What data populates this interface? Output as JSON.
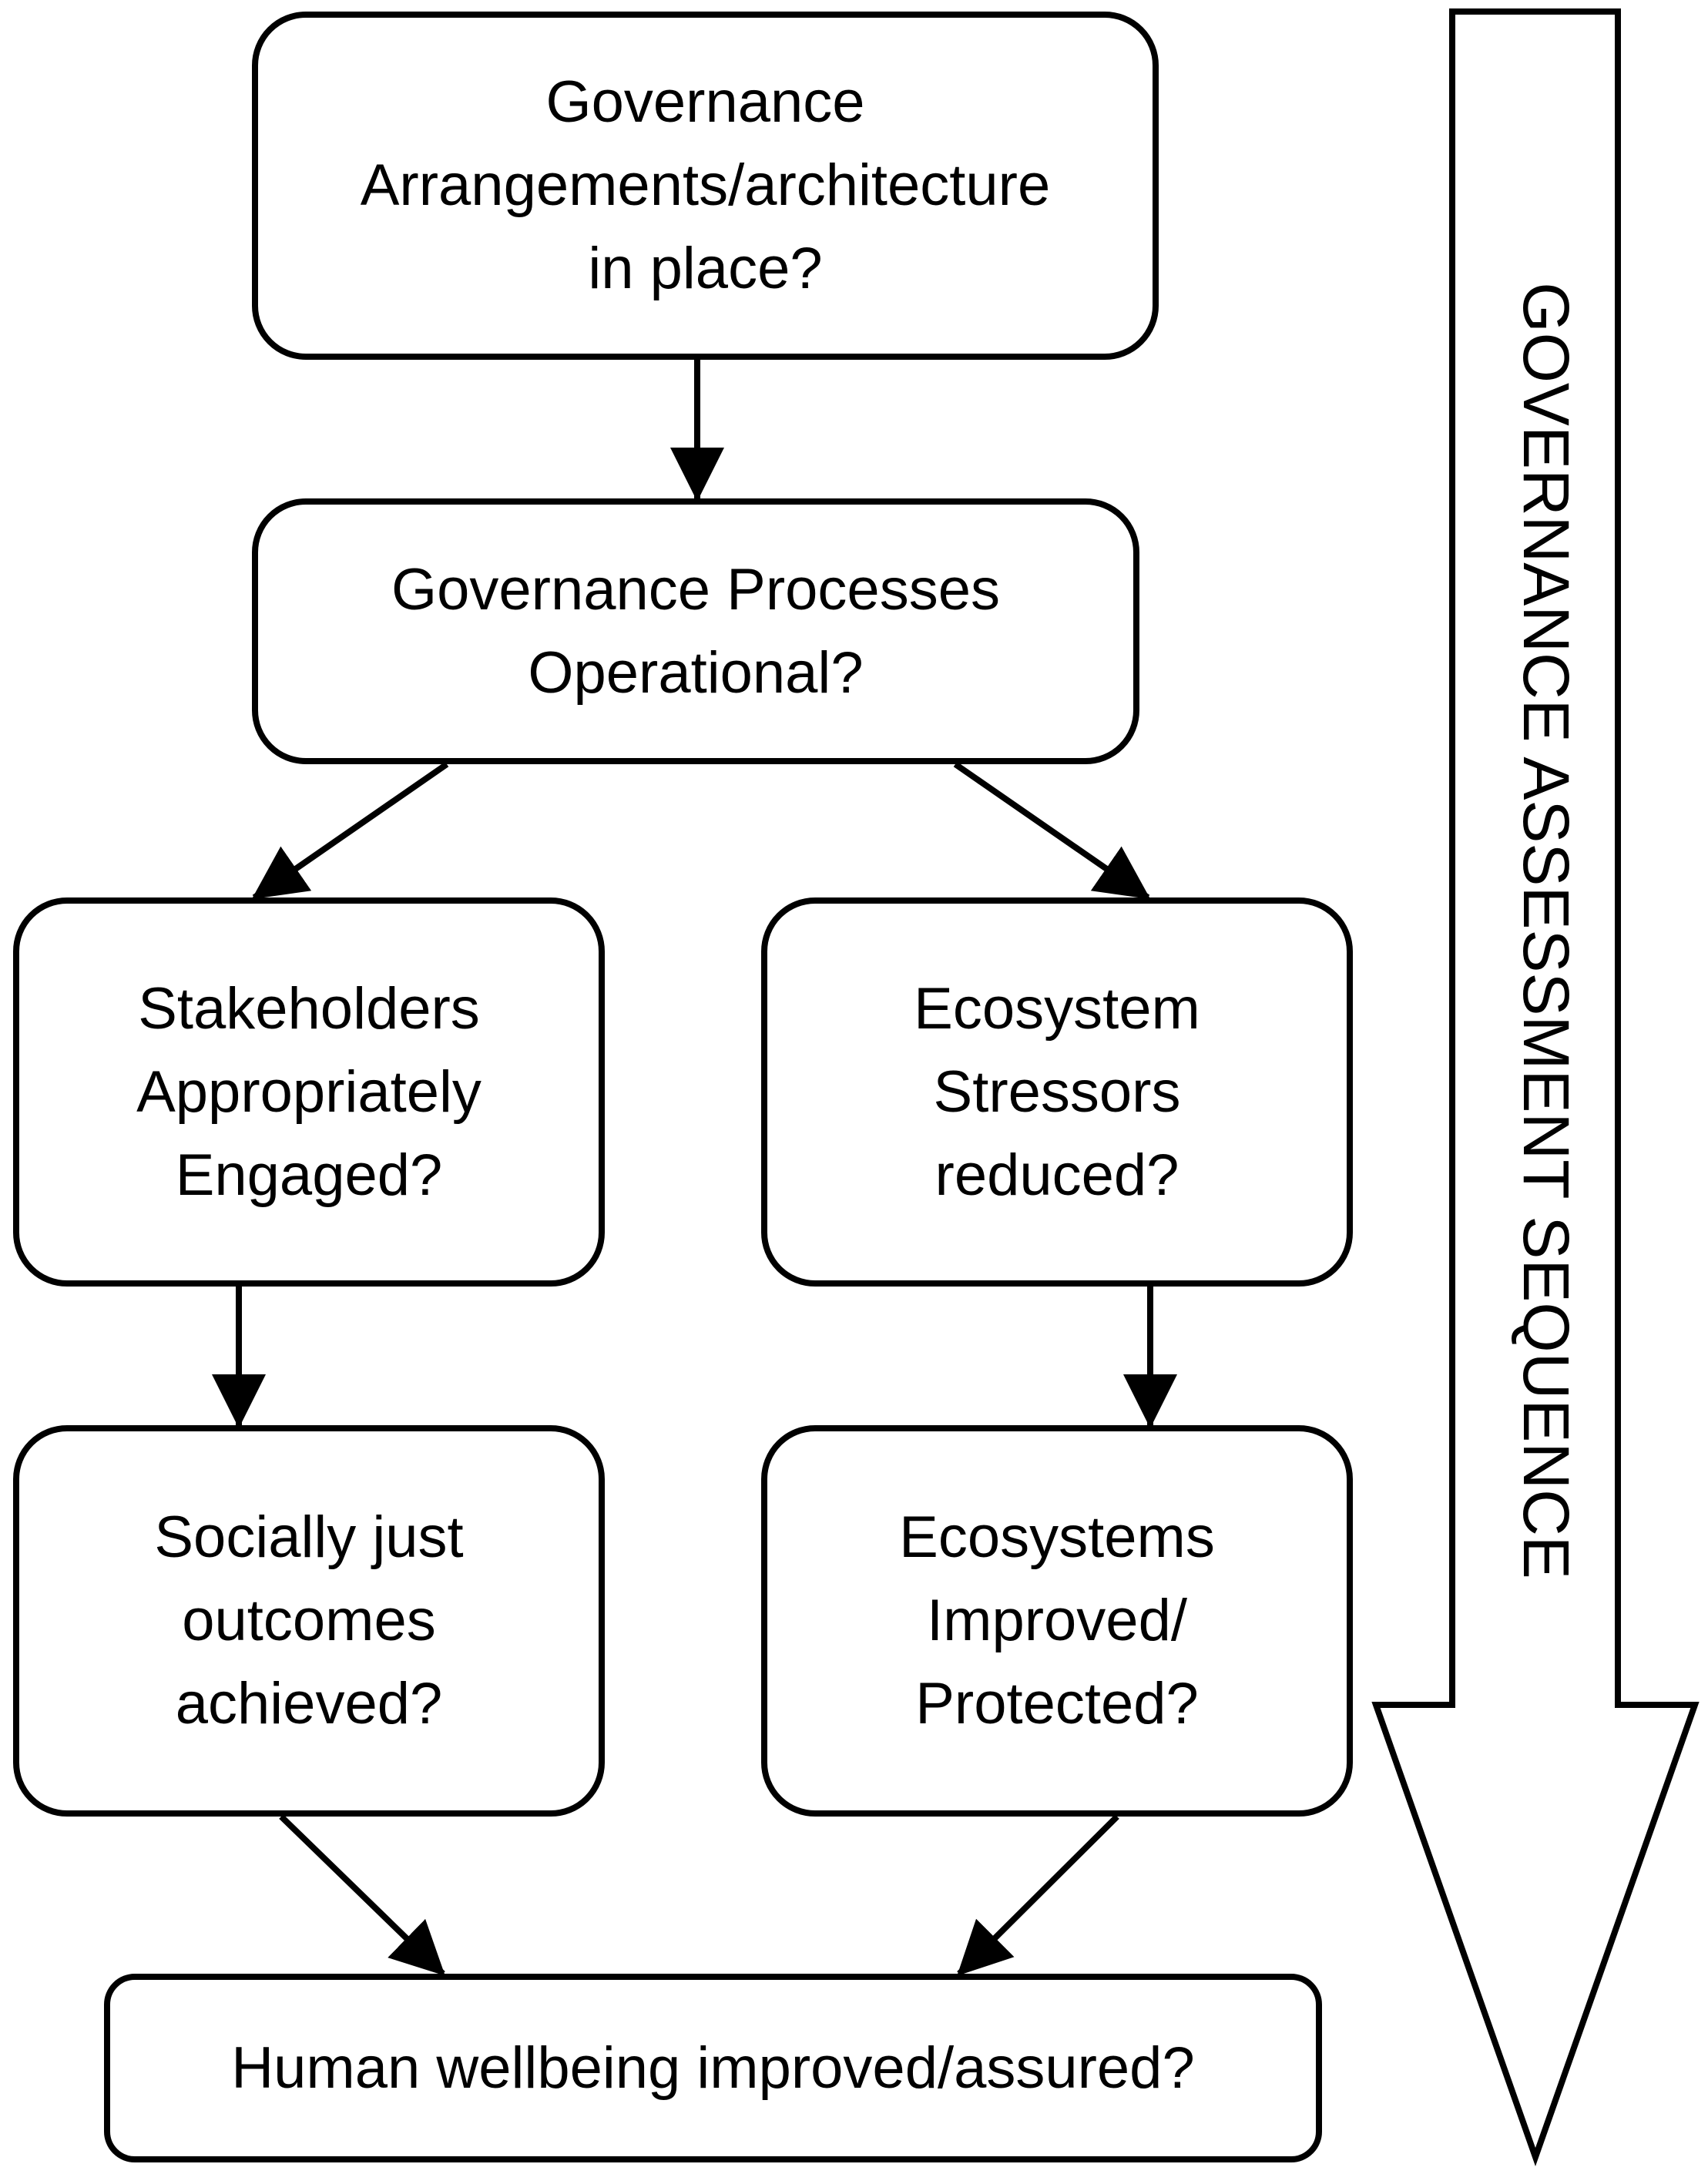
{
  "boxes": {
    "governance_arrangements": [
      "Governance",
      "Arrangements/architecture",
      "in place?"
    ],
    "governance_processes": [
      "Governance Processes",
      "Operational?"
    ],
    "stakeholders": [
      "Stakeholders",
      "Appropriately",
      "Engaged?"
    ],
    "ecosystem_stressors": [
      "Ecosystem",
      "Stressors",
      "reduced?"
    ],
    "socially_just": [
      "Socially just",
      "outcomes",
      "achieved?"
    ],
    "ecosystems_improved": [
      "Ecosystems",
      "Improved/",
      "Protected?"
    ],
    "human_wellbeing": [
      "Human wellbeing improved/assured?"
    ]
  },
  "sequence_arrow": {
    "label": "GOVERNANCE ASSESSMENT SEQUENCE"
  },
  "colors": {
    "stroke": "#000000",
    "background": "#ffffff"
  }
}
